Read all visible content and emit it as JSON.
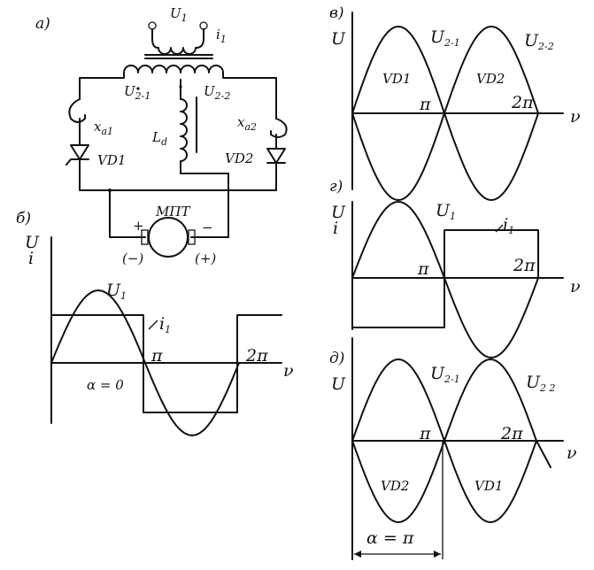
{
  "panels": {
    "a": "а)",
    "b": "б)",
    "v": "в)",
    "g": "г)",
    "d": "д)"
  },
  "circuit": {
    "u1": "U",
    "u1_sub": "1",
    "i1": "i",
    "i1_sub": "1",
    "u21": "U",
    "u21_sub": "2-1",
    "u22": "U",
    "u22_sub": "2-2",
    "ld": "L",
    "ld_sub": "d",
    "xa1": "x",
    "xa1_sub": "a1",
    "xa2": "x",
    "xa2_sub": "a2",
    "vd1": "VD1",
    "vd2": "VD2",
    "motor": "МПТ",
    "plus": "+",
    "minus": "−",
    "minus_paren": "(−)",
    "plus_paren": "(+)"
  },
  "graph_b": {
    "y1": "U",
    "y2": "i",
    "u1": "U",
    "u1_sub": "1",
    "i1": "i",
    "i1_sub": "1",
    "pi": "π",
    "two_pi": "2π",
    "axis": "ν",
    "alpha": "α = 0"
  },
  "graph_v": {
    "y": "U",
    "u21": "U",
    "u21_sub": "2-1",
    "u22": "U",
    "u22_sub": "2-2",
    "vd1": "VD1",
    "vd2": "VD2",
    "pi": "π",
    "two_pi": "2π",
    "axis": "ν"
  },
  "graph_g": {
    "y1": "U",
    "y2": "i",
    "u1": "U",
    "u1_sub": "1",
    "i1": "i",
    "i1_sub": "1",
    "pi": "π",
    "two_pi": "2π",
    "axis": "ν"
  },
  "graph_d": {
    "y": "U",
    "u21": "U",
    "u21_sub": "2-1",
    "u22": "U",
    "u22_sub": "2 2",
    "vd2": "VD2",
    "vd1": "VD1",
    "pi": "π",
    "two_pi": "2π",
    "axis": "ν",
    "alpha": "α = π"
  }
}
